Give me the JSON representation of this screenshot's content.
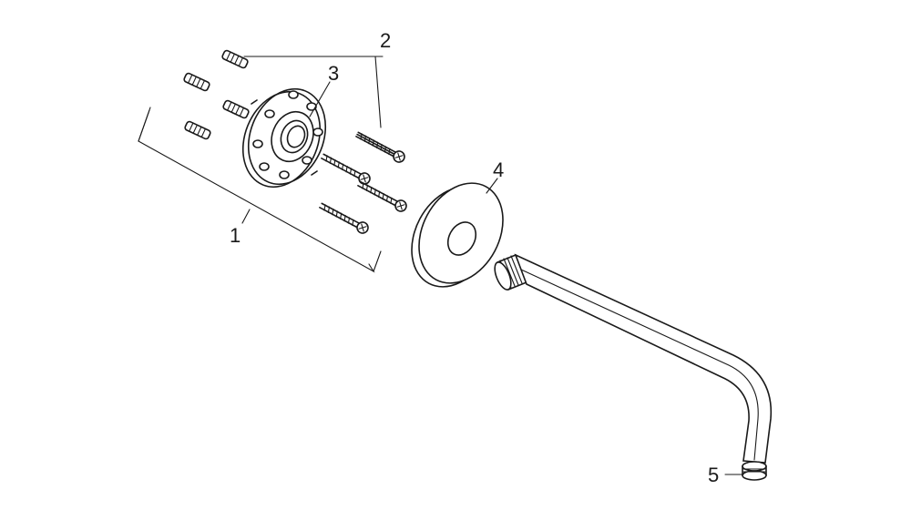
{
  "diagram": {
    "callouts": [
      {
        "id": "1",
        "text": "1"
      },
      {
        "id": "2",
        "text": "2"
      },
      {
        "id": "3",
        "text": "3"
      },
      {
        "id": "4",
        "text": "4"
      },
      {
        "id": "5",
        "text": "5"
      }
    ],
    "colors": {
      "ink": "#1a1a1a",
      "background": "#ffffff"
    }
  }
}
